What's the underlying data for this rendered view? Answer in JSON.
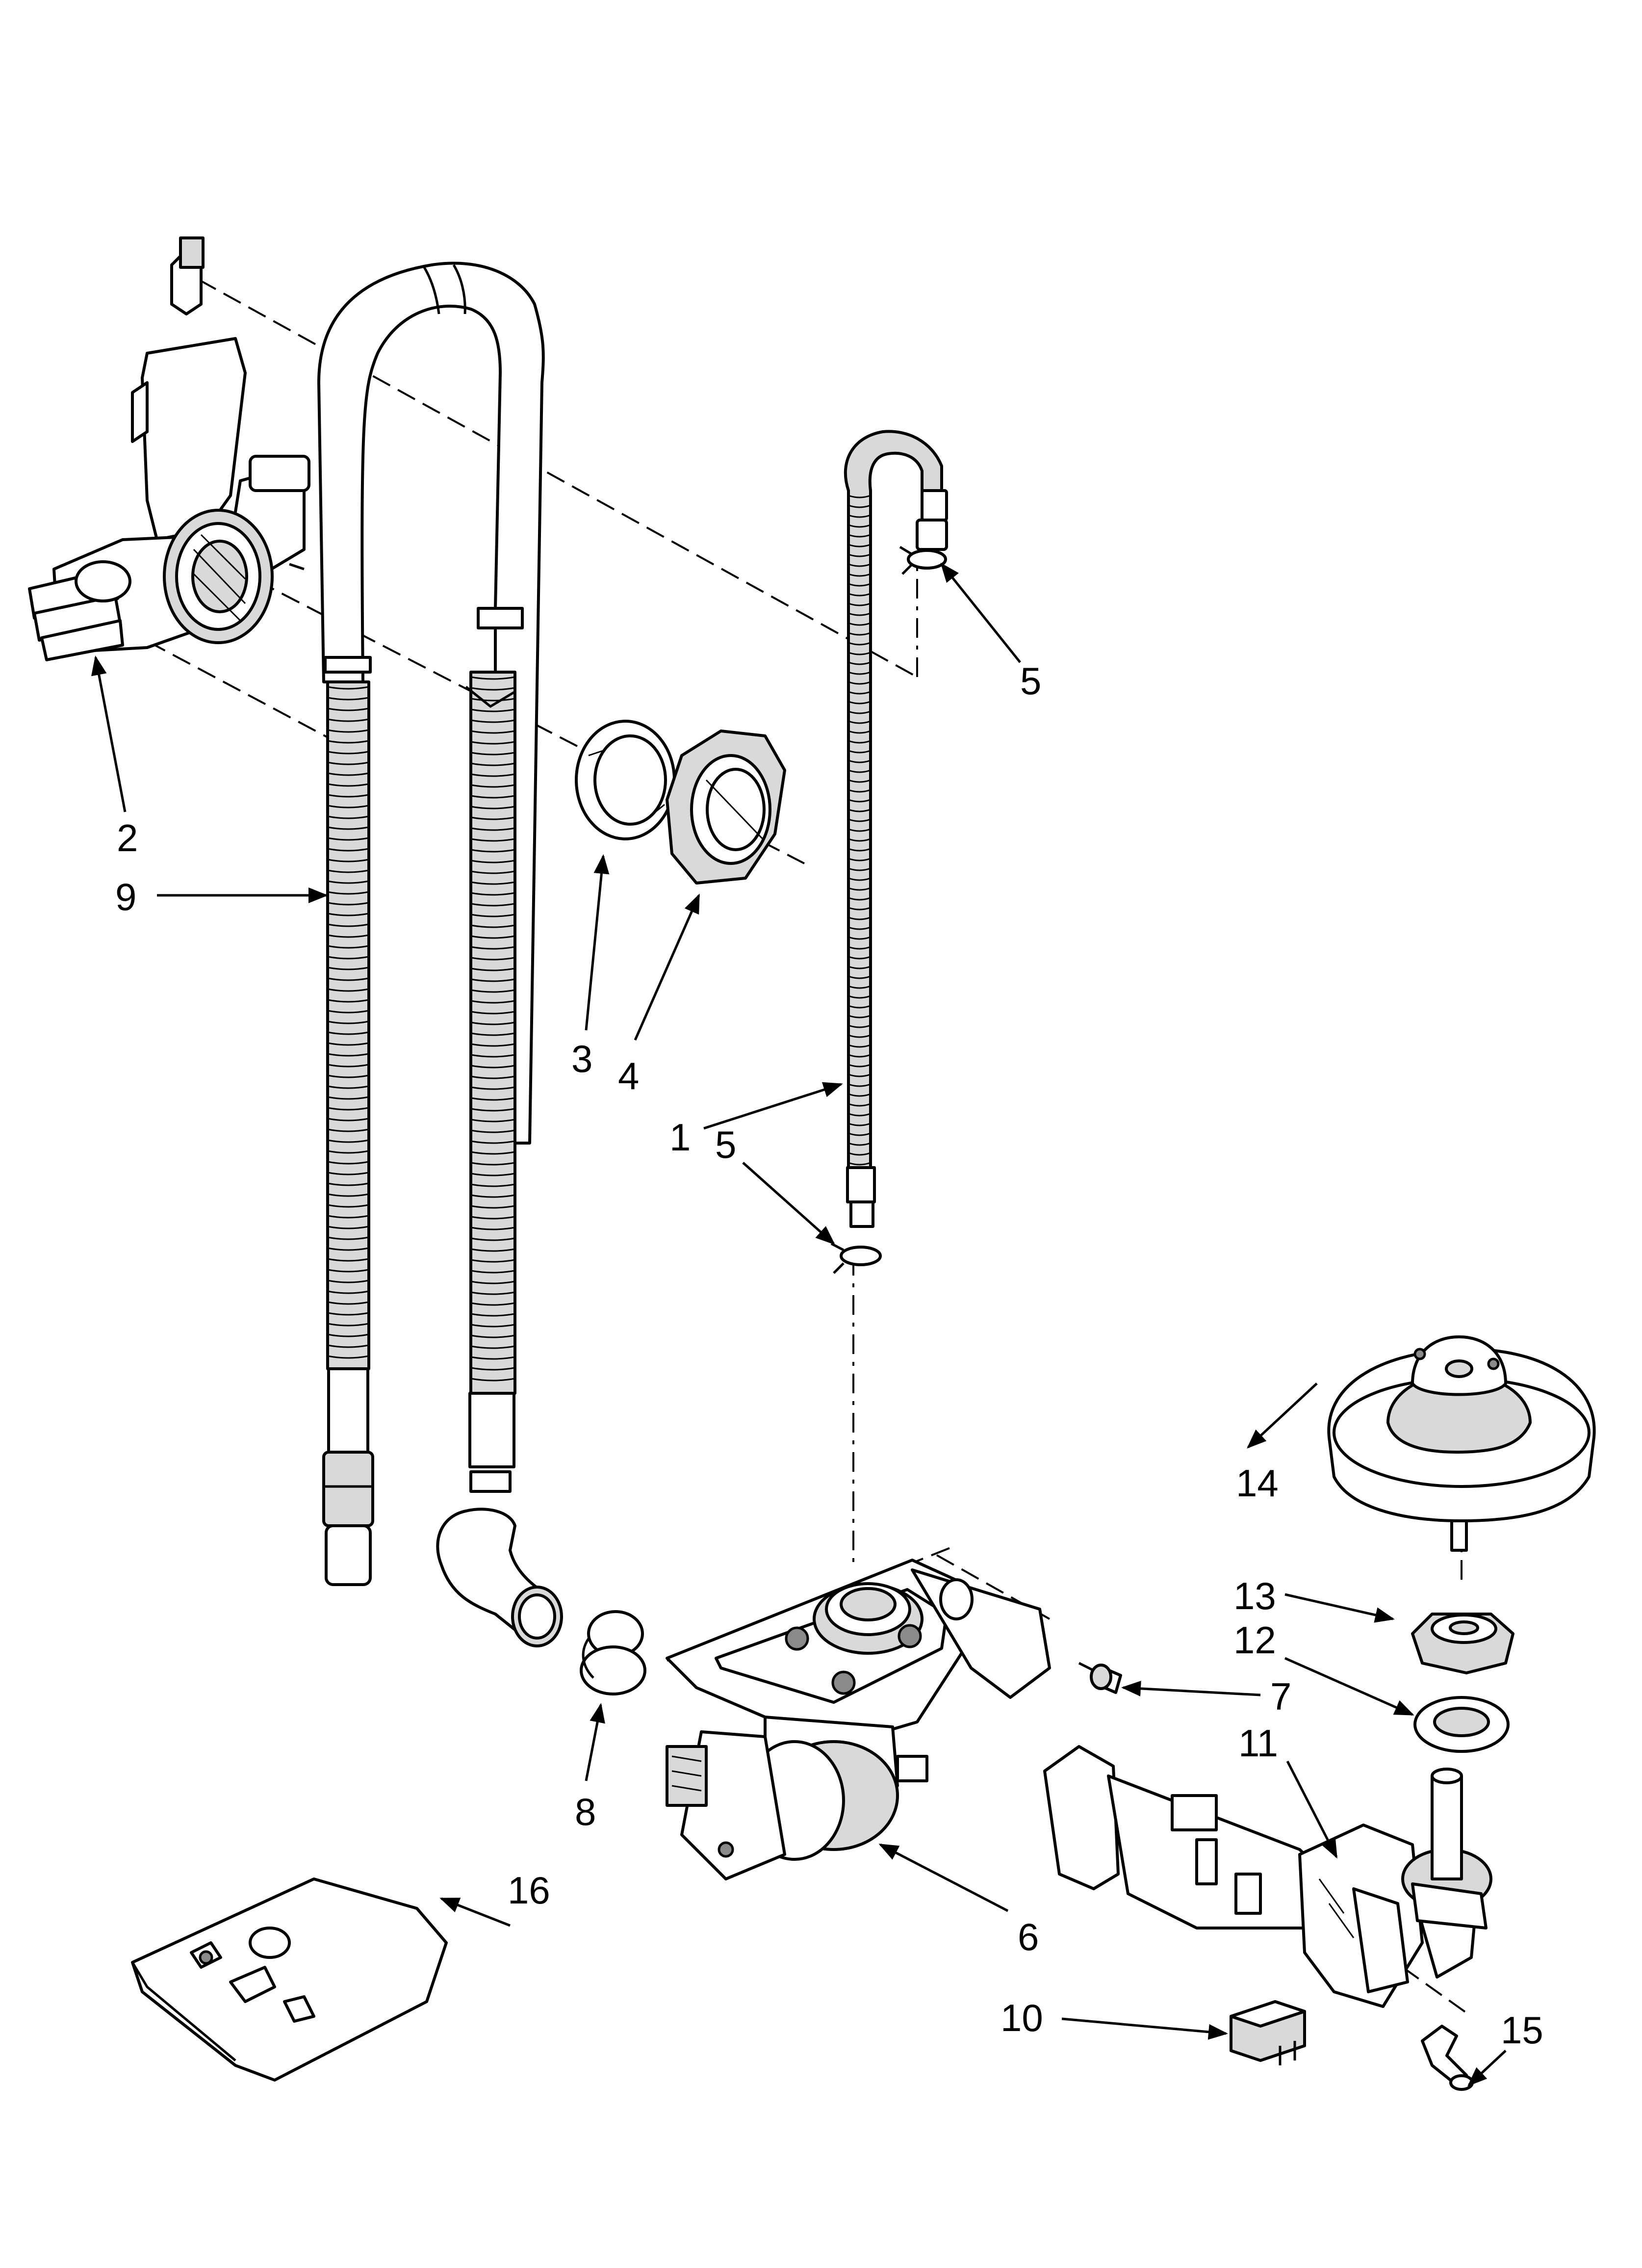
{
  "diagram": {
    "callouts": [
      {
        "id": "c1",
        "label": "1"
      },
      {
        "id": "c2",
        "label": "2"
      },
      {
        "id": "c3",
        "label": "3"
      },
      {
        "id": "c4",
        "label": "4"
      },
      {
        "id": "c5a",
        "label": "5"
      },
      {
        "id": "c5b",
        "label": "5"
      },
      {
        "id": "c6",
        "label": "6"
      },
      {
        "id": "c7",
        "label": "7"
      },
      {
        "id": "c8",
        "label": "8"
      },
      {
        "id": "c9",
        "label": "9"
      },
      {
        "id": "c10",
        "label": "10"
      },
      {
        "id": "c11",
        "label": "11"
      },
      {
        "id": "c12",
        "label": "12"
      },
      {
        "id": "c13",
        "label": "13"
      },
      {
        "id": "c14",
        "label": "14"
      },
      {
        "id": "c15",
        "label": "15"
      },
      {
        "id": "c16",
        "label": "16"
      }
    ]
  }
}
